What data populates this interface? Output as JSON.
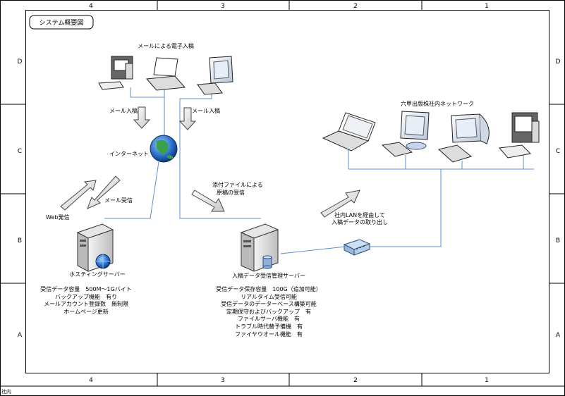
{
  "title": "システム概要図",
  "ruler": {
    "top": [
      "4",
      "3",
      "2",
      "1"
    ],
    "bottom": [
      "4",
      "3",
      "2",
      "1"
    ],
    "left": [
      "D",
      "C",
      "B",
      "A"
    ],
    "right": [
      "D",
      "C",
      "B",
      "A"
    ]
  },
  "labels": {
    "email_submission": "メールによる電子入稿",
    "internet": "インターネット",
    "mail_submit_left": "メール入稿",
    "mail_submit_right": "メール入稿",
    "mail_receive": "メール受信",
    "web_send": "Web発信",
    "attach_line1": "添付ファイルによる",
    "attach_line2": "原稿の受信",
    "network": "六甲出版株社内ネットワーク",
    "lan_line1": "社内LANを経由して",
    "lan_line2": "入稿データの取り出し",
    "hosting_server": "ホスティングサーバー",
    "mgmt_server": "入稿データ受信管理サーバー"
  },
  "hosting_specs": [
    "受信データ容量　500M～1Gバイト",
    "バックアップ機能　有り",
    "メールアカウント登録数　無制限",
    "ホームページ更新"
  ],
  "mgmt_specs": [
    "受信データ保存容量　100G（追加可能）",
    "リアルタイム受信可能",
    "受信データのデーターベース構築可能",
    "定期保守およびバックアップ　有",
    "ファイルサーバ機能　有",
    "トラブル時代替予備機　有",
    "ファイヤウオール機能　有"
  ],
  "footer": "社内"
}
